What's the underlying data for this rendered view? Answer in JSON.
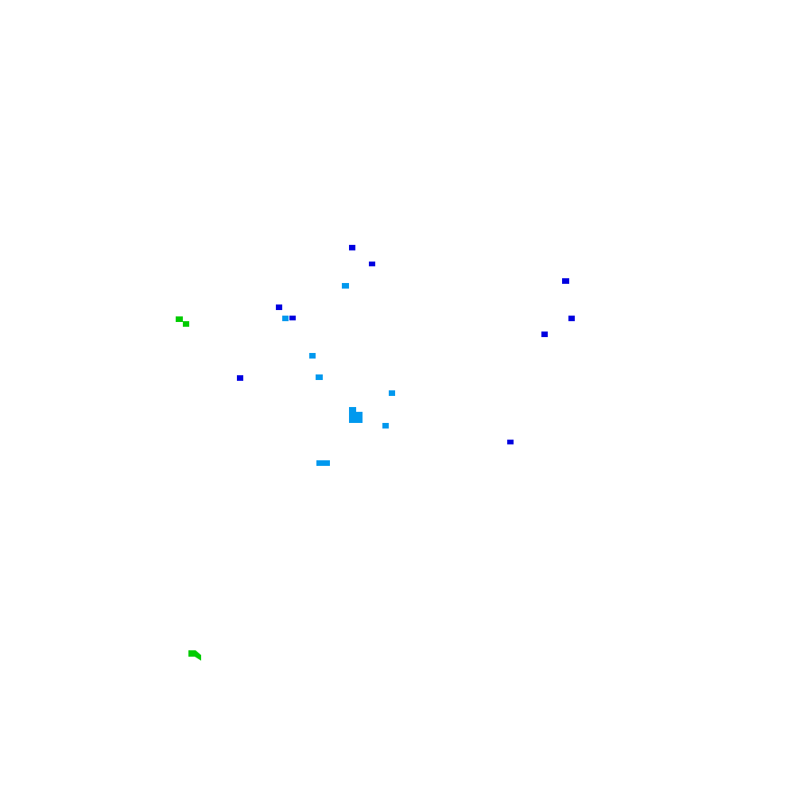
{
  "background": "#ffffff",
  "colors": {
    "dark_blue": "#0000e0",
    "light_blue": "#0099ee",
    "green": "#00cc00"
  },
  "marks": {
    "dark_blue_count": 10,
    "light_blue_count": 8,
    "green_count": 2
  }
}
